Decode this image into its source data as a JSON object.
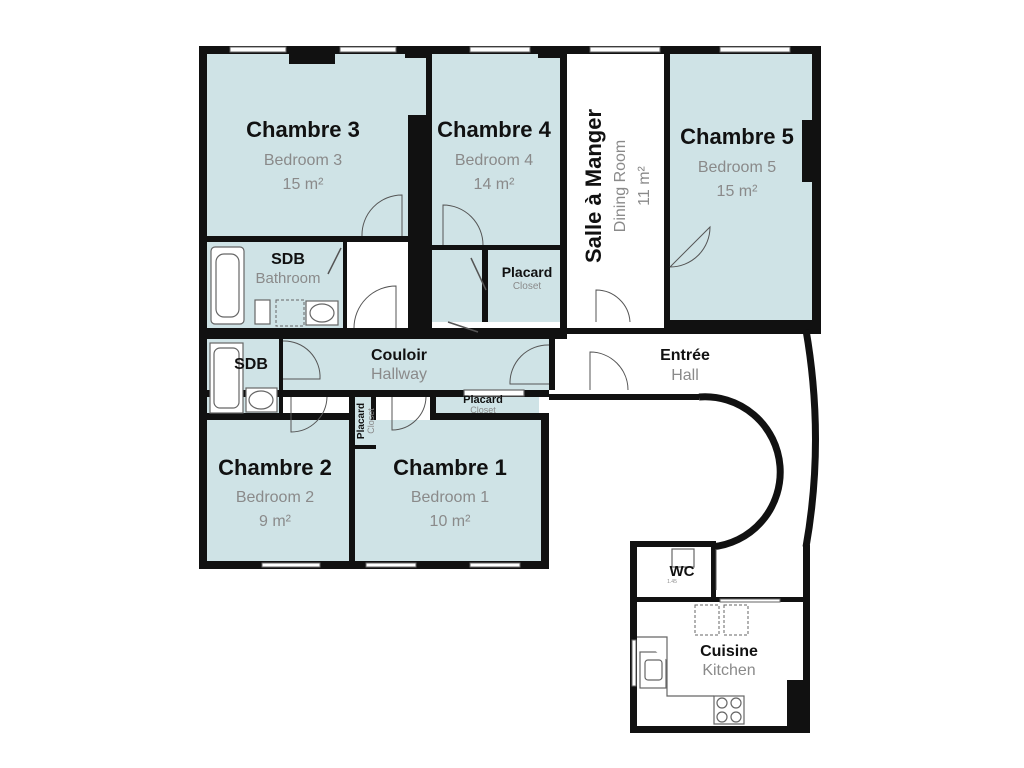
{
  "rooms": {
    "chambre3": {
      "fr": "Chambre 3",
      "en": "Bedroom 3",
      "area": "15 m²"
    },
    "chambre4": {
      "fr": "Chambre 4",
      "en": "Bedroom 4",
      "area": "14 m²"
    },
    "salle": {
      "fr": "Salle à Manger",
      "en": "Dining Room",
      "area": "11 m²"
    },
    "chambre5": {
      "fr": "Chambre 5",
      "en": "Bedroom 5",
      "area": "15 m²"
    },
    "sdb_top": {
      "fr": "SDB",
      "en": "Bathroom"
    },
    "placard_top": {
      "fr": "Placard",
      "en": "Closet"
    },
    "sdb_small": {
      "fr": "SDB"
    },
    "couloir": {
      "fr": "Couloir",
      "en": "Hallway"
    },
    "entree": {
      "fr": "Entrée",
      "en": "Hall"
    },
    "placard_mid": {
      "fr": "Placard",
      "en": "Closet"
    },
    "placard_vert": {
      "fr": "Placard",
      "en": "Closet"
    },
    "chambre2": {
      "fr": "Chambre 2",
      "en": "Bedroom 2",
      "area": "9 m²"
    },
    "chambre1": {
      "fr": "Chambre 1",
      "en": "Bedroom 1",
      "area": "10 m²"
    },
    "wc": {
      "fr": "WC",
      "dim": "1.45"
    },
    "cuisine": {
      "fr": "Cuisine",
      "en": "Kitchen"
    }
  },
  "colors": {
    "room_fill": "#cfe3e6",
    "wall": "#111111",
    "label_fr": "#111111",
    "label_en": "#8a8a8a"
  }
}
